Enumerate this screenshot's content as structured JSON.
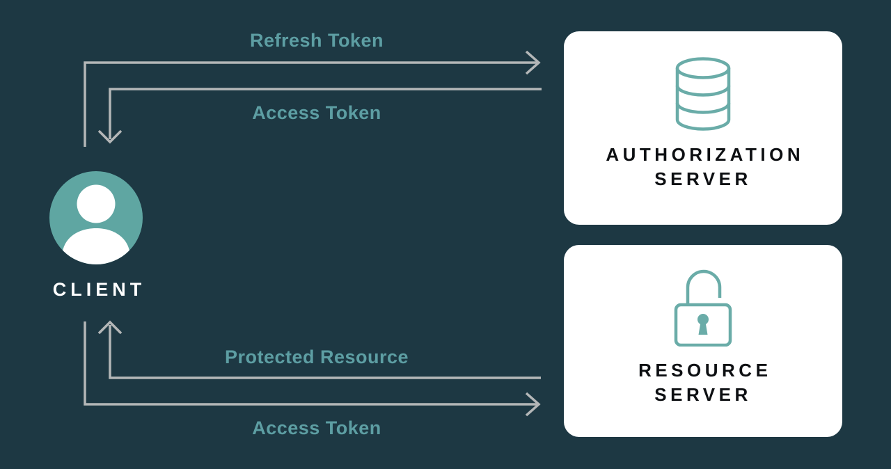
{
  "diagram": {
    "client": {
      "label": "CLIENT",
      "icon": "person-icon"
    },
    "servers": [
      {
        "id": "authorization-server",
        "name_line1": "AUTHORIZATION",
        "name_line2": "SERVER",
        "icon": "database-icon"
      },
      {
        "id": "resource-server",
        "name_line1": "RESOURCE",
        "name_line2": "SERVER",
        "icon": "lock-icon"
      }
    ],
    "flows": [
      {
        "label": "Refresh Token",
        "from": "client",
        "to": "authorization-server"
      },
      {
        "label": "Access Token",
        "from": "authorization-server",
        "to": "client"
      },
      {
        "label": "Protected Resource",
        "from": "resource-server",
        "to": "client"
      },
      {
        "label": "Access Token",
        "from": "client",
        "to": "resource-server"
      }
    ],
    "colors": {
      "background": "#1d3843",
      "card": "#ffffff",
      "icon_teal": "#6aaca8",
      "avatar_teal": "#5fa6a2",
      "label_teal": "#5d9ea3",
      "arrow_gray": "#b4b7b8",
      "server_text": "#0d0f12",
      "client_text": "#ffffff"
    }
  }
}
